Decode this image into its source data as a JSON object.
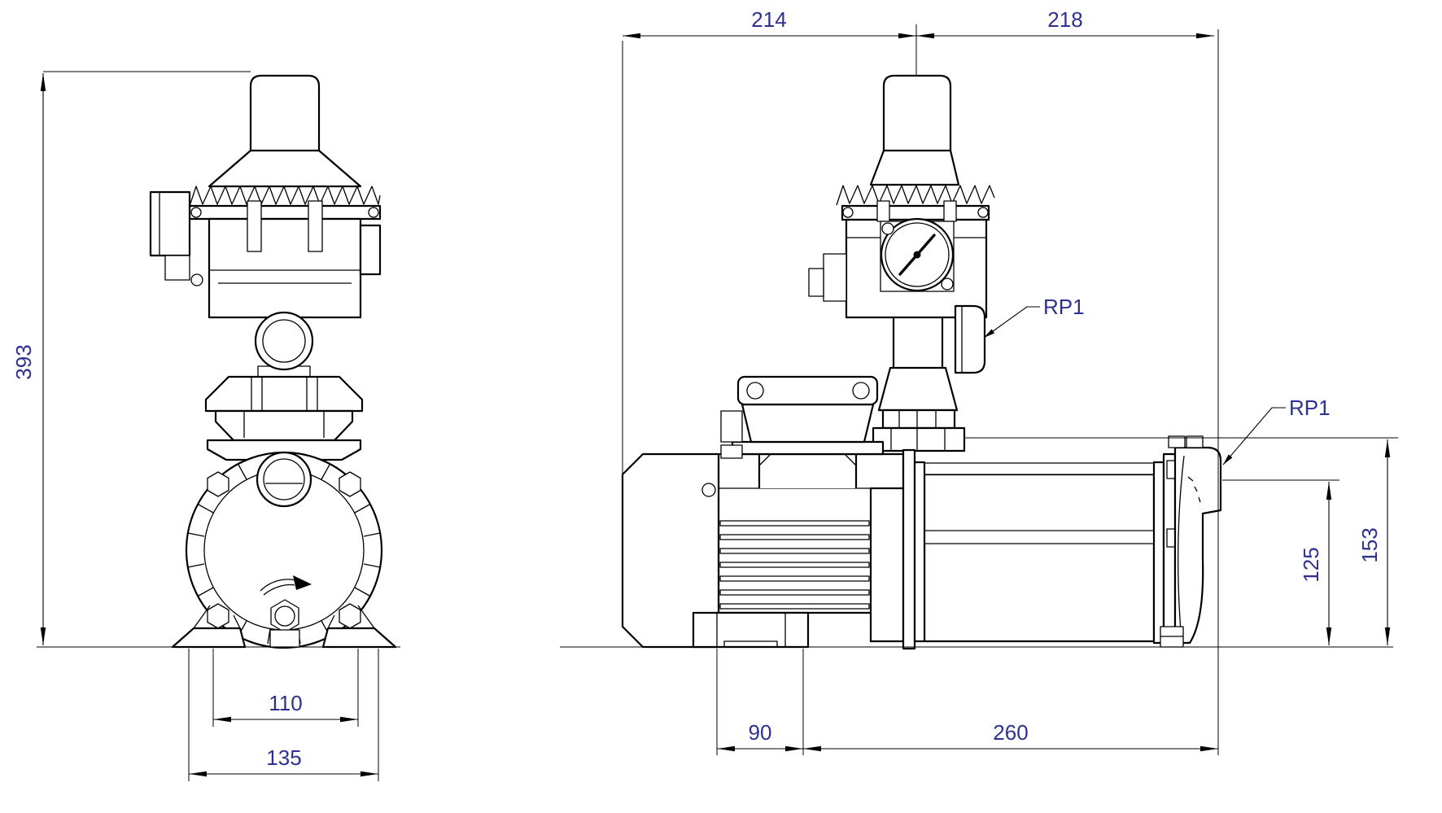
{
  "colors": {
    "background": "#ffffff",
    "line": "#000000",
    "dimension": "#2e3191"
  },
  "front_view": {
    "dimensions": {
      "overall_height": "393",
      "foot_hole_spacing": "110",
      "base_width": "135"
    }
  },
  "side_view": {
    "dimensions": {
      "axis_to_front": "214",
      "axis_to_rear": "218",
      "motor_foot_length": "90",
      "foot_to_discharge_end": "260",
      "discharge_height": "125",
      "overall_pump_height": "153"
    },
    "port_labels": [
      "RP1",
      "RP1"
    ]
  }
}
